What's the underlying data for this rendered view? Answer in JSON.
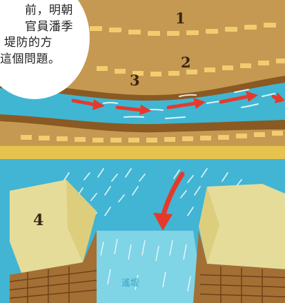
{
  "bubble": {
    "lines": [
      "前，明朝",
      "官員潘季",
      "堤防的方",
      "這個問題。"
    ]
  },
  "labels": {
    "n1": "1",
    "n2": "2",
    "n3": "3",
    "n4": "4",
    "dam": "遙堤"
  },
  "colors": {
    "sand": "#c69b52",
    "water": "#40b6d2",
    "arrow": "#e53a2b",
    "frame": "#e6c34c",
    "brick": "#a36f35",
    "stone": "#e6dc9a"
  }
}
